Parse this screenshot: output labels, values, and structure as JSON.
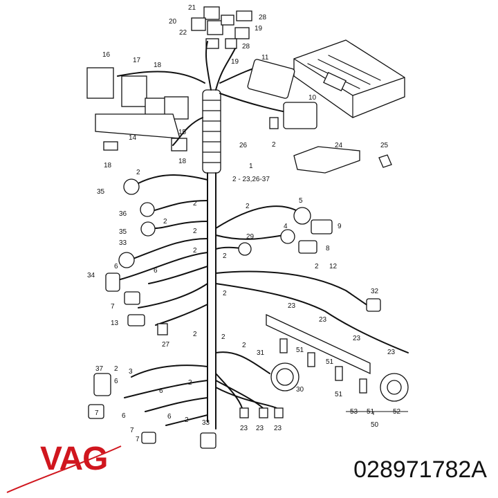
{
  "brand": {
    "name": "VAG",
    "color": "#d0161e"
  },
  "part_number": "028971782A",
  "callouts": [
    {
      "id": "c21",
      "text": "21"
    },
    {
      "id": "c20",
      "text": "20"
    },
    {
      "id": "c28a",
      "text": "28"
    },
    {
      "id": "c22",
      "text": "22"
    },
    {
      "id": "c19a",
      "text": "19"
    },
    {
      "id": "c28b",
      "text": "28"
    },
    {
      "id": "c19b",
      "text": "19"
    },
    {
      "id": "c16",
      "text": "16"
    },
    {
      "id": "c17",
      "text": "17"
    },
    {
      "id": "c18a",
      "text": "18"
    },
    {
      "id": "c11",
      "text": "11"
    },
    {
      "id": "c10",
      "text": "10"
    },
    {
      "id": "c15",
      "text": "15"
    },
    {
      "id": "c14",
      "text": "14"
    },
    {
      "id": "c18b",
      "text": "18"
    },
    {
      "id": "c18c",
      "text": "18"
    },
    {
      "id": "c26",
      "text": "26"
    },
    {
      "id": "c2a",
      "text": "2"
    },
    {
      "id": "c24",
      "text": "24"
    },
    {
      "id": "c25",
      "text": "25"
    },
    {
      "id": "c1",
      "text": "1"
    },
    {
      "id": "c2range",
      "text": "2 - 23,26-37"
    },
    {
      "id": "c2b",
      "text": "2"
    },
    {
      "id": "c35a",
      "text": "35"
    },
    {
      "id": "c2c",
      "text": "2"
    },
    {
      "id": "c36",
      "text": "36"
    },
    {
      "id": "c2d",
      "text": "2"
    },
    {
      "id": "c5",
      "text": "5"
    },
    {
      "id": "c35b",
      "text": "35"
    },
    {
      "id": "c2e",
      "text": "2"
    },
    {
      "id": "c9",
      "text": "9"
    },
    {
      "id": "c4",
      "text": "4"
    },
    {
      "id": "c2f",
      "text": "2"
    },
    {
      "id": "c33a",
      "text": "33"
    },
    {
      "id": "c29",
      "text": "29"
    },
    {
      "id": "c8",
      "text": "8"
    },
    {
      "id": "c2g",
      "text": "2"
    },
    {
      "id": "c6a",
      "text": "6"
    },
    {
      "id": "c2h",
      "text": "2"
    },
    {
      "id": "c12",
      "text": "12"
    },
    {
      "id": "c34",
      "text": "34"
    },
    {
      "id": "c6b",
      "text": "6"
    },
    {
      "id": "c2i",
      "text": "2"
    },
    {
      "id": "c32",
      "text": "32"
    },
    {
      "id": "c2j",
      "text": "2"
    },
    {
      "id": "c7a",
      "text": "7"
    },
    {
      "id": "c23a",
      "text": "23"
    },
    {
      "id": "c23b",
      "text": "23"
    },
    {
      "id": "c13",
      "text": "13"
    },
    {
      "id": "c23c",
      "text": "23"
    },
    {
      "id": "c27",
      "text": "27"
    },
    {
      "id": "c2k",
      "text": "2"
    },
    {
      "id": "c2l",
      "text": "2"
    },
    {
      "id": "c51a",
      "text": "51"
    },
    {
      "id": "c31",
      "text": "31"
    },
    {
      "id": "c23d",
      "text": "23"
    },
    {
      "id": "c51b",
      "text": "51"
    },
    {
      "id": "c37",
      "text": "37"
    },
    {
      "id": "c2m",
      "text": "2"
    },
    {
      "id": "c3",
      "text": "3"
    },
    {
      "id": "c2n",
      "text": "2"
    },
    {
      "id": "c6c",
      "text": "6"
    },
    {
      "id": "c30",
      "text": "30"
    },
    {
      "id": "c2o",
      "text": "2"
    },
    {
      "id": "c51c",
      "text": "51"
    },
    {
      "id": "c6d",
      "text": "6"
    },
    {
      "id": "c7b",
      "text": "7"
    },
    {
      "id": "c6e",
      "text": "6"
    },
    {
      "id": "c53",
      "text": "53"
    },
    {
      "id": "c51d",
      "text": "51"
    },
    {
      "id": "c52",
      "text": "52"
    },
    {
      "id": "c6f",
      "text": "6"
    },
    {
      "id": "c50",
      "text": "50"
    },
    {
      "id": "c7c",
      "text": "7"
    },
    {
      "id": "c33b",
      "text": "33"
    },
    {
      "id": "c23e",
      "text": "23"
    },
    {
      "id": "c23f",
      "text": "23"
    },
    {
      "id": "c23g",
      "text": "23"
    },
    {
      "id": "c7d",
      "text": "7"
    },
    {
      "id": "c2p",
      "text": "2"
    }
  ]
}
